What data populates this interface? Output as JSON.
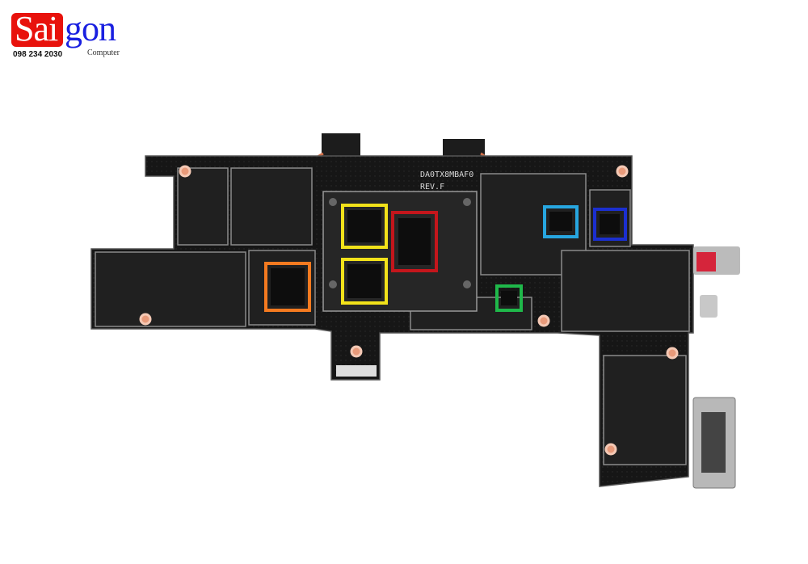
{
  "logo": {
    "part1": "Sai",
    "part2": "gon",
    "subtitle": "Computer",
    "phone": "098 234 2030",
    "red": "#e8120c",
    "blue": "#1a20e0"
  },
  "board": {
    "model": "DA0TX8MBAF0",
    "revision": "REV.F",
    "pcb_color": "#161616",
    "highlights": [
      {
        "name": "yellow-top",
        "color": "#f2e21a"
      },
      {
        "name": "yellow-bottom",
        "color": "#f2e21a"
      },
      {
        "name": "red",
        "color": "#c4161c"
      },
      {
        "name": "orange",
        "color": "#f47a20"
      },
      {
        "name": "green",
        "color": "#1fb84a"
      },
      {
        "name": "light-blue",
        "color": "#27a6e0"
      },
      {
        "name": "dark-blue",
        "color": "#1b2fd0"
      }
    ]
  }
}
